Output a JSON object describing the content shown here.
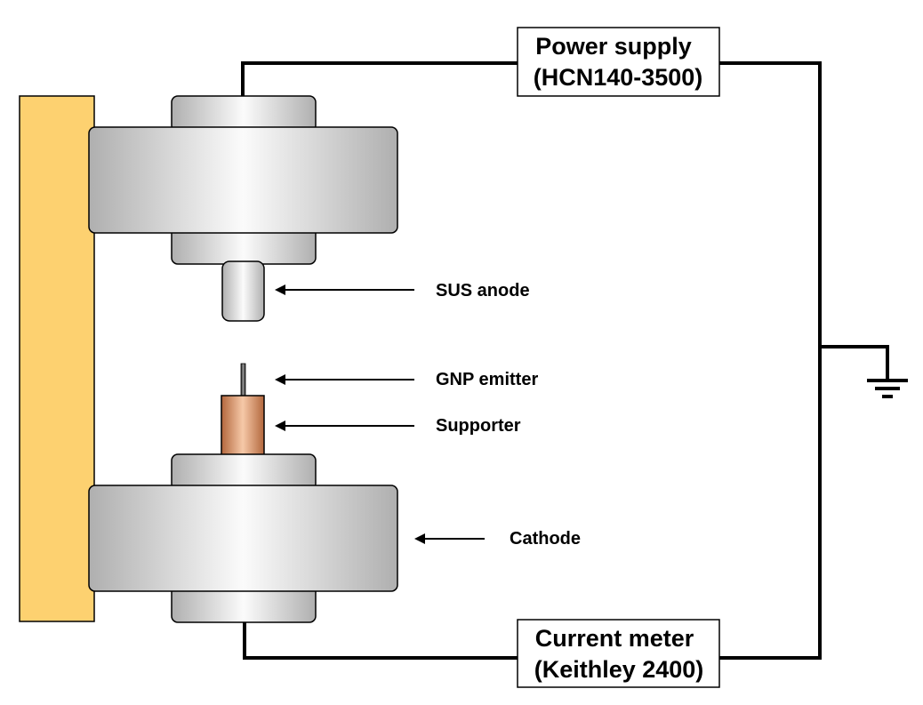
{
  "colors": {
    "wall": "#FDD170",
    "metal_light": "#FBFBFB",
    "metal_dark": "#AFAFAF",
    "copper_light": "#F6C9A8",
    "copper_dark": "#B3673D",
    "wire": "#000000"
  },
  "boxes": {
    "power_supply": {
      "line1": "Power supply",
      "line2": "(HCN140-3500)"
    },
    "current_meter": {
      "line1": "Current meter",
      "line2": "(Keithley 2400)"
    }
  },
  "labels": {
    "anode": "SUS anode",
    "emitter": "GNP emitter",
    "supporter": "Supporter",
    "cathode": "Cathode"
  },
  "icons": {
    "ground": "ground-symbol-icon",
    "arrow": "arrow-left-icon"
  }
}
